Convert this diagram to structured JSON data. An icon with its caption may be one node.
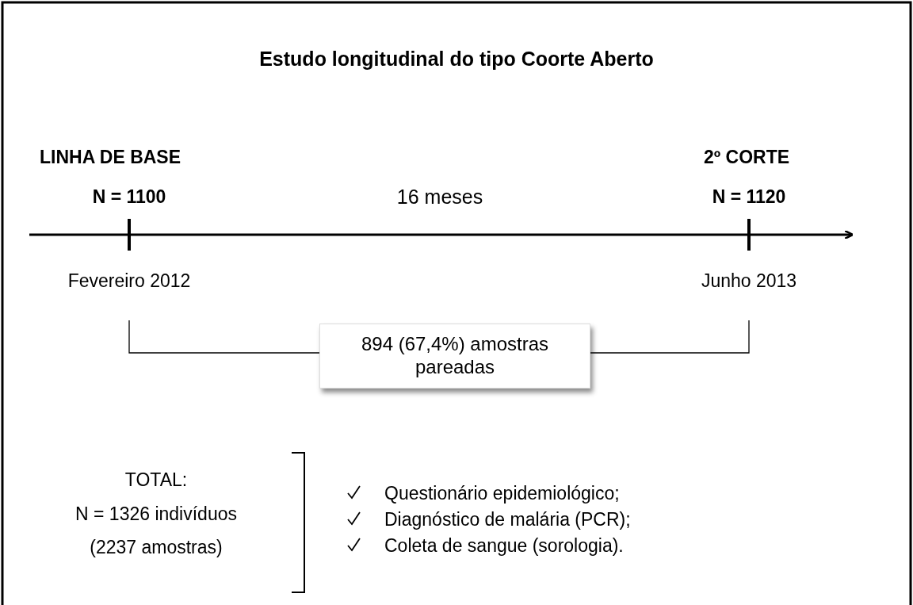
{
  "diagram": {
    "title": "Estudo longitudinal do tipo Coorte Aberto",
    "nodes": [
      {
        "text": [
          "Fevereiro 2012"
        ]
      },
      {
        "text": [
          "894 (67,4%) amostras pareadas"
        ]
      },
      {
        "text": [
          "Junho 2013"
        ]
      }
    ],
    "edges": [
      {
        "from": 0,
        "to": 1,
        "arrow": "none"
      },
      {
        "from": 1,
        "to": 2,
        "arrow": "none"
      }
    ],
    "labels": [
      "LINHA DE BASE",
      "N = 1100",
      "16 meses",
      "2º CORTE",
      "N = 1120",
      "TOTAL:",
      "N = 1326 indivíduos",
      "(2237 amostras)",
      "Questionário epidemiológico;",
      "Diagnóstico de malária (PCR);",
      "Coleta de sangue (sorologia)."
    ]
  }
}
